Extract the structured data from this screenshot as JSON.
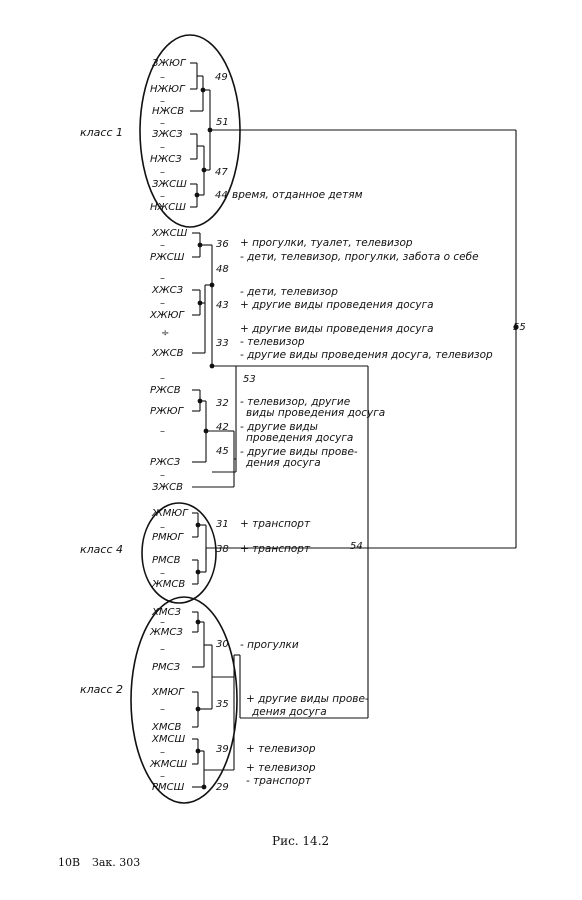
{
  "class_labels": [
    "класс 1",
    "класс 4",
    "класс 2"
  ],
  "leaves": {
    "c1": [
      "ЗЖЮГ",
      "НЖЮГ",
      "НЖСВ",
      "ЗЖСЗ",
      "НЖСЗ",
      "ЗЖСШ",
      "НЖСШ"
    ],
    "mid": [
      "ХЖСШ",
      "РЖСШ",
      "ХЖСЗ",
      "ХЖЮГ",
      "ХЖСВ",
      "РЖСВ",
      "РЖЮГ",
      "РЖСЗ",
      "ЗЖСВ"
    ],
    "c4": [
      "ЖМЮГ",
      "РМЮГ",
      "РМСВ",
      "ЖМСВ"
    ],
    "c2": [
      "ХМСЗ",
      "ЖМСЗ",
      "РМСЗ",
      "ХМЮГ",
      "ХМСВ",
      "ХМСШ",
      "ЖМСШ",
      "РМСШ"
    ]
  },
  "dashes": [
    "–",
    "–",
    "–",
    "–",
    "–",
    "–",
    "–",
    "–",
    "–",
    "÷",
    "–",
    "–",
    "–",
    "–",
    "–",
    "–",
    "–",
    "–",
    "–",
    "–"
  ],
  "node_numbers": [
    "49",
    "51",
    "47",
    "44",
    "36",
    "48",
    "43",
    "33",
    "53",
    "32",
    "42",
    "45",
    "31",
    "38",
    "54",
    "30",
    "35",
    "39",
    "29",
    "55"
  ],
  "annotations": [
    "время, отданное детям",
    "+ прогулки, туалет, телевизор",
    "- дети, телевизор, прогулки, забота о себе",
    "- дети, телевизор",
    "+ другие виды проведения досуга",
    "+ другие виды проведения досуга",
    "- телевизор",
    "- другие виды проведения досуга, телевизор",
    "- телевизор, другие",
    "виды проведения досуга",
    "- другие виды",
    "проведения досуга",
    "- другие виды прове-",
    "дения досуга",
    "+ транспорт",
    "+ транспорт",
    "- прогулки",
    "+ другие виды прове-",
    "дения досуга",
    "+ телевизор",
    "+ телевизор",
    "- транспорт"
  ],
  "caption": "Рис. 14.2",
  "footer": {
    "left": "10В",
    "right": "Зак. 303"
  }
}
